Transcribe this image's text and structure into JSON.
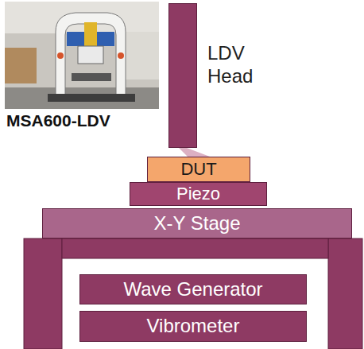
{
  "diagram": {
    "nodes": [
      {
        "text": [
          "LDV Head"
        ]
      },
      {
        "text": [
          "DUT"
        ]
      },
      {
        "text": [
          "Piezo"
        ]
      },
      {
        "text": [
          "X-Y Stage"
        ]
      },
      {
        "text": [
          "Wave Generator"
        ]
      },
      {
        "text": [
          "Vibrometer"
        ]
      }
    ],
    "edges": [
      {
        "from": 0,
        "to": 1,
        "arrow": "none"
      }
    ],
    "labels": [
      "MSA600-LDV"
    ]
  }
}
